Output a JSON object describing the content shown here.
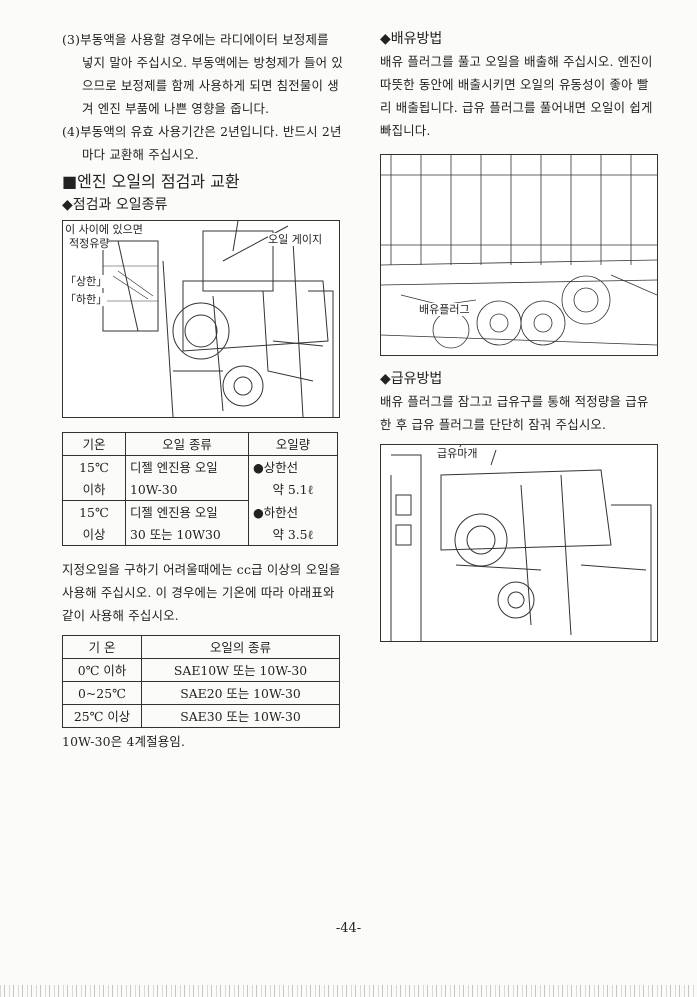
{
  "left": {
    "item3": "(3)부동액을 사용할 경우에는 라디에이터 보정제를 넣지 말아 주십시오. 부동액에는 방청제가 들어 있으므로 보정제를 함께 사용하게 되면 침전물이 생겨 엔진 부품에 나쁜 영향을 줍니다.",
    "item4": "(4)부동액의 유효 사용기간은 2년입니다. 반드시 2년마다 교환해 주십시오.",
    "section_title": "■엔진 오일의 점검과 교환",
    "sub_title": "◆점검과 오일종류",
    "figure1": {
      "callout_between": "이 사이에 있으면",
      "callout_proper": "적정유량",
      "callout_upper": "「상한」",
      "callout_lower": "「하한」",
      "callout_gauge": "오일 게이지"
    },
    "table1": {
      "headers": [
        "기온",
        "오일 종류",
        "오일량"
      ],
      "rows": [
        [
          "15℃",
          "디젤 엔진용 오일",
          "●상한선"
        ],
        [
          "이하",
          "10W-30",
          "약 5.1ℓ"
        ],
        [
          "15℃",
          "디젤 엔진용 오일",
          "●하한선"
        ],
        [
          "이상",
          "30 또는 10W30",
          "약 3.5ℓ"
        ]
      ]
    },
    "note1": "지정오일을 구하기 어려울때에는 cc급 이상의 오일을 사용해 주십시오. 이 경우에는 기온에 따라 아래표와 같이 사용해 주십시오.",
    "table2": {
      "headers": [
        "기 온",
        "오일의 종류"
      ],
      "rows": [
        [
          "0℃ 이하",
          "SAE10W 또는 10W-30"
        ],
        [
          "0~25℃",
          "SAE20 또는 10W-30"
        ],
        [
          "25℃ 이상",
          "SAE30 또는 10W-30"
        ]
      ]
    },
    "note2": "10W-30은 4계절용임."
  },
  "right": {
    "drain_title": "◆배유방법",
    "drain_text": "배유 플러그를 풀고 오일을 배출해 주십시오. 엔진이 따뜻한 동안에 배출시키면 오일의 유동성이 좋아 빨리 배출됩니다. 급유 플러그를 풀어내면 오일이 쉽게 빠집니다.",
    "drain_callout": "배유플러그",
    "fill_title": "◆급유방법",
    "fill_text": "배유 플러그를 잠그고 급유구를 통해 적정량을 급유한 후 급유 플러그를 단단히 잠궈 주십시오.",
    "fill_callout": "급유마개"
  },
  "page_number": "-44-"
}
